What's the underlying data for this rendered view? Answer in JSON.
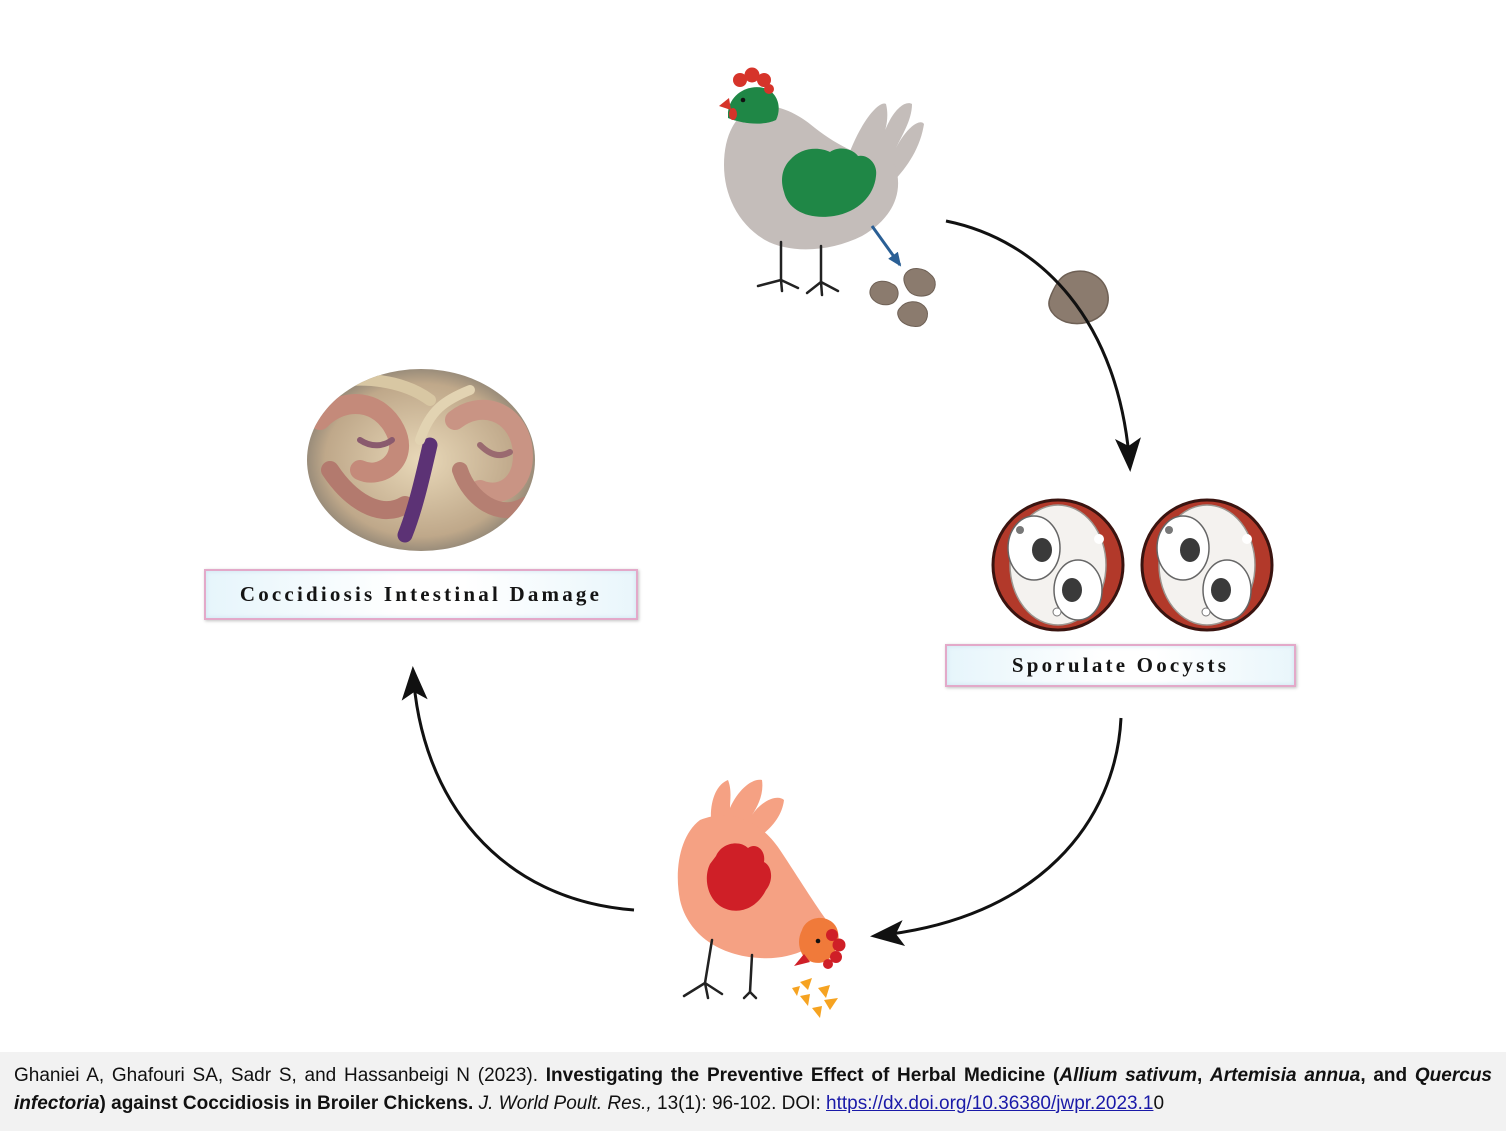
{
  "labels": {
    "intestinal_damage": "Coccidiosis Intestinal Damage",
    "sporulate_oocysts": "Sporulate Oocysts"
  },
  "colors": {
    "hen_body": "#c4bdba",
    "hen_wing": "#1f8746",
    "hen_comb": "#d6342a",
    "feeding_hen_body": "#f5a183",
    "feeding_hen_wing": "#cf1f27",
    "feeding_hen_beak": "#f07a3a",
    "droppings": "#8b7b6e",
    "oocyst_background": "#b2392a",
    "grain": "#f6a321",
    "arrow": "#111111",
    "small_arrow": "#2a5f95",
    "link": "#1a1aa8"
  },
  "icons": {
    "top_hen": "hen-icon",
    "feeding_hen": "feeding-hen-icon",
    "droppings": "droppings-icon",
    "oocysts": "oocyst-icon",
    "intestine": "intestine-photo-icon"
  },
  "citation": {
    "authors": "Ghaniei A, Ghafouri SA, Sadr S, and Hassanbeigi N (2023). ",
    "title_part1": "Investigating the Preventive Effect of Herbal Medicine (",
    "species1": "Allium sativum",
    "sep1": ", ",
    "species2": "Artemisia annua",
    "sep2": ", and ",
    "species3": "Quercus infectoria",
    "title_part2": ") against Coccidiosis in Broiler Chickens.",
    "journal": "J. World Poult. Res.,",
    "volume": " 13(1): 96-102. DOI: ",
    "doi_url": "https://dx.doi.org/10.36380/jwpr.2023.1",
    "doi_tail": "0"
  }
}
